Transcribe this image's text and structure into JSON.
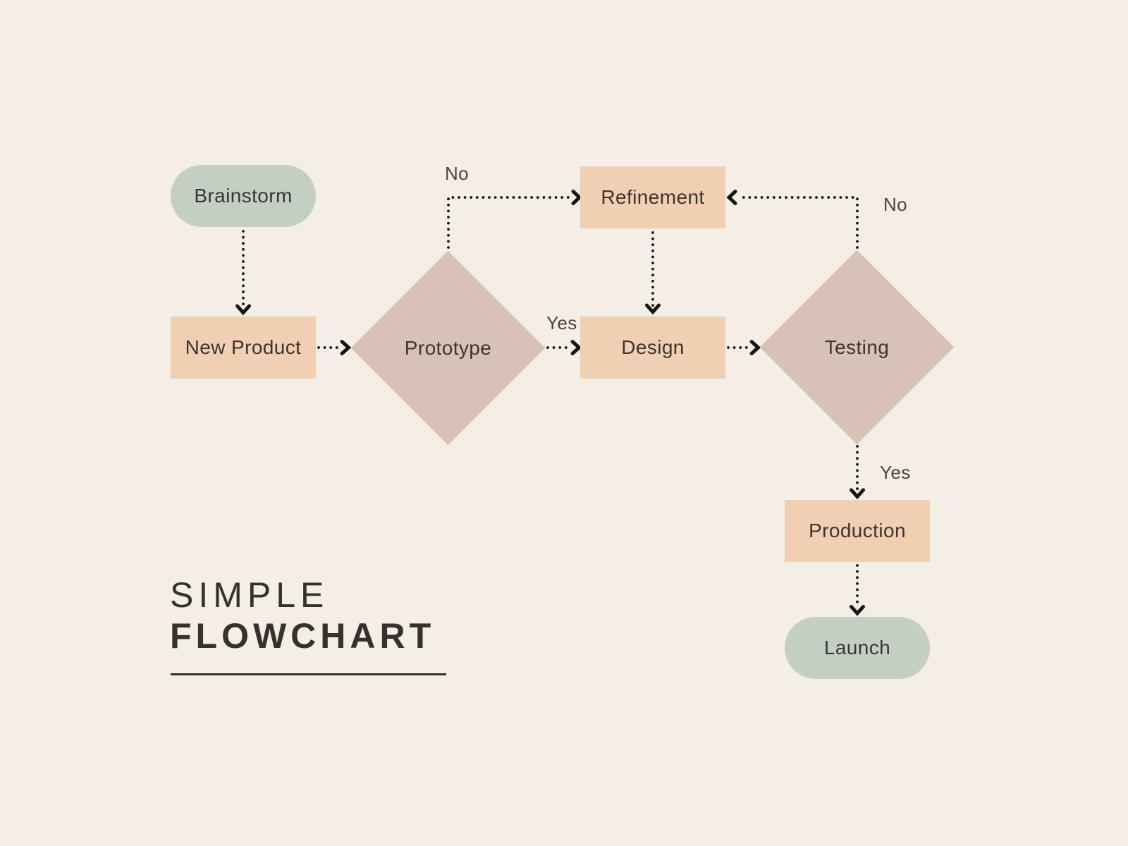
{
  "title": {
    "line1": "SIMPLE",
    "line2": "FLOWCHART"
  },
  "colors": {
    "background": "#f4eee6",
    "terminal": "#c4cfc4",
    "process": "#f0cfb2",
    "decision": "#d8c2b8",
    "node_text": "#3b3531",
    "label_text": "#4b453e",
    "title_text": "#35312d",
    "connector": "#161412"
  },
  "nodes": {
    "brainstorm": {
      "label": "Brainstorm",
      "type": "terminal"
    },
    "new_product": {
      "label": "New Product",
      "type": "process"
    },
    "prototype": {
      "label": "Prototype",
      "type": "decision"
    },
    "refinement": {
      "label": "Refinement",
      "type": "process"
    },
    "design": {
      "label": "Design",
      "type": "process"
    },
    "testing": {
      "label": "Testing",
      "type": "decision"
    },
    "production": {
      "label": "Production",
      "type": "process"
    },
    "launch": {
      "label": "Launch",
      "type": "terminal"
    }
  },
  "edges": [
    {
      "from": "Brainstorm",
      "to": "New Product",
      "label": ""
    },
    {
      "from": "New Product",
      "to": "Prototype",
      "label": ""
    },
    {
      "from": "Prototype",
      "to": "Refinement",
      "label": "No"
    },
    {
      "from": "Prototype",
      "to": "Design",
      "label": "Yes"
    },
    {
      "from": "Refinement",
      "to": "Design",
      "label": ""
    },
    {
      "from": "Design",
      "to": "Testing",
      "label": ""
    },
    {
      "from": "Testing",
      "to": "Refinement",
      "label": "No"
    },
    {
      "from": "Testing",
      "to": "Production",
      "label": "Yes"
    },
    {
      "from": "Production",
      "to": "Launch",
      "label": ""
    }
  ]
}
